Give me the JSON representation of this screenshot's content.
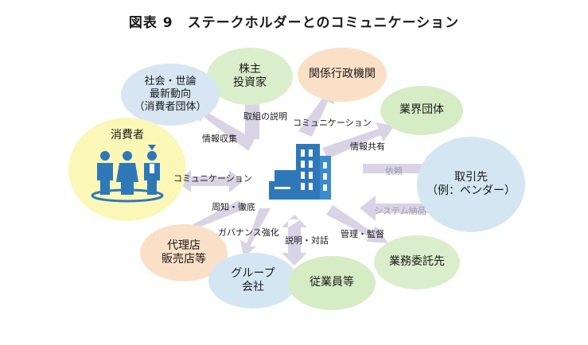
{
  "title": "図表 9　ステークホルダーとのコミュニケーション",
  "nodes": {
    "shareholders": "株主\n投資家",
    "society": "社会・世論\n最新動向\n（消費者団体）",
    "agencies": "関係行政機関",
    "industry": "業界団体",
    "consumers": "消費者",
    "customers": "取引先\n（例：ベンダー）",
    "distributors": "代理店\n販売店等",
    "group": "グループ\n会社",
    "employees": "従業員等",
    "contractors": "業務委託先"
  },
  "labels": {
    "explain_efforts": "取組の説明",
    "communication_top": "コミュニケーション",
    "info_collection": "情報収集",
    "info_sharing": "情報共有",
    "communication_left": "コミュニケーション",
    "request": "依頼",
    "system_delivery": "システム納品",
    "notice": "周知・徹底",
    "governance": "ガバナンス強化",
    "explain_dialogue": "説明・対話",
    "management": "管理・監督"
  },
  "colors": {
    "shareholders": "#dbeecb",
    "society": "#d7e6f2",
    "agencies": "#fbe0c8",
    "industry": "#d6ecc4",
    "consumers": "#fbf7b7",
    "customers": "#d5e6f3",
    "distributors": "#fbe0c8",
    "group": "#d5e6f3",
    "employees": "#d6ecc4",
    "contractors": "#dbeecb",
    "arrow": "#d9d3e6",
    "icon": "#2f78b8"
  }
}
